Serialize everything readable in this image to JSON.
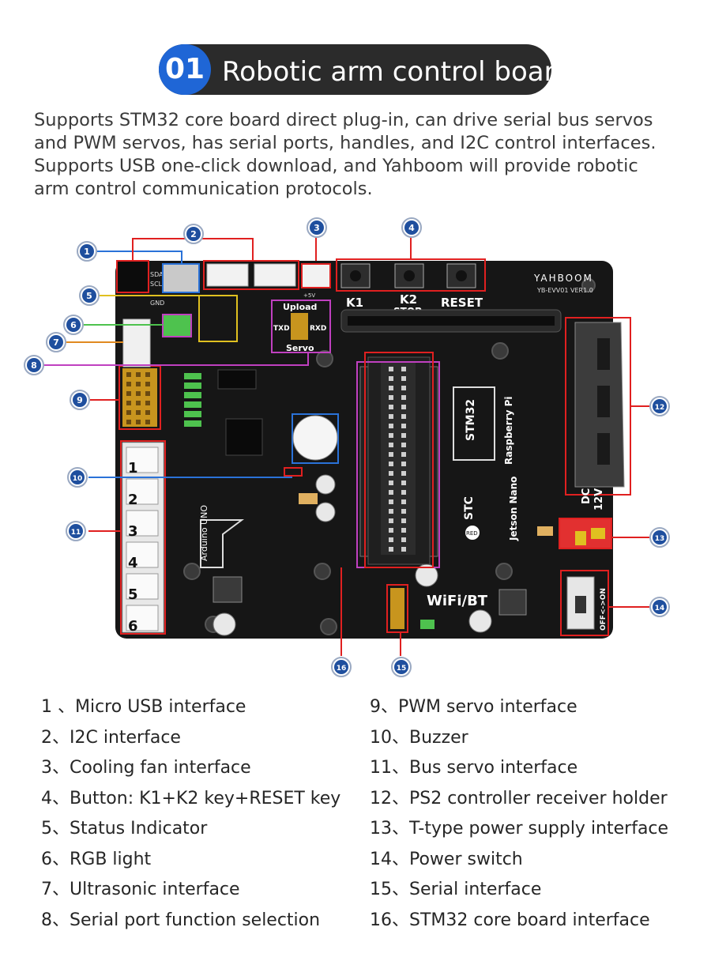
{
  "header": {
    "number": "01",
    "title": "Robotic arm control board"
  },
  "description": [
    "Supports STM32 core board direct plug-in, can drive serial bus servos",
    "and PWM servos, has serial ports, handles, and I2C control interfaces.",
    "Supports USB one-click download, and Yahboom will provide robotic",
    "arm control communication protocols."
  ],
  "board": {
    "brand": "YAHBOOM",
    "version": "YB-EVV01 VER1.0",
    "labels": {
      "k1": "K1",
      "k2": "K2",
      "stop": "STOP",
      "reset": "RESET",
      "upload": "Upload",
      "servo": "Servo",
      "txd": "TXD",
      "rxd": "RXD",
      "stm32": "STM32",
      "raspberry": "Raspberry Pi",
      "stc": "STC",
      "jetson": "Jetson Nano",
      "arduino": "Arduino UNO",
      "wifi": "WiFi/BT",
      "dc": "DC",
      "v12": "12V",
      "offon": "OFF<->ON",
      "sda": "SDA",
      "scl": "SCL",
      "gnd": "GND",
      "v5": "+5V",
      "red": "RED"
    },
    "servo_ports": [
      "1",
      "2",
      "3",
      "4",
      "5",
      "6"
    ],
    "callouts": [
      "1",
      "2",
      "3",
      "4",
      "5",
      "6",
      "7",
      "8",
      "9",
      "10",
      "11",
      "12",
      "13",
      "14",
      "15",
      "16"
    ],
    "colors": {
      "callout_fill": "#1f4f9e",
      "highlight": "#e02020",
      "pcb": "#161616"
    }
  },
  "legend": {
    "left": [
      "1 、Micro USB interface",
      "2、I2C interface",
      "3、Cooling fan interface",
      "4、Button: K1+K2 key+RESET key",
      "5、Status Indicator",
      "6、RGB light",
      "7、Ultrasonic interface",
      "8、Serial port function selection"
    ],
    "right": [
      "9、PWM servo interface",
      "10、Buzzer",
      "11、Bus servo interface",
      "12、PS2 controller receiver holder",
      "13、T-type power supply interface",
      "14、Power switch",
      "15、Serial interface",
      "16、STM32 core board interface"
    ]
  }
}
